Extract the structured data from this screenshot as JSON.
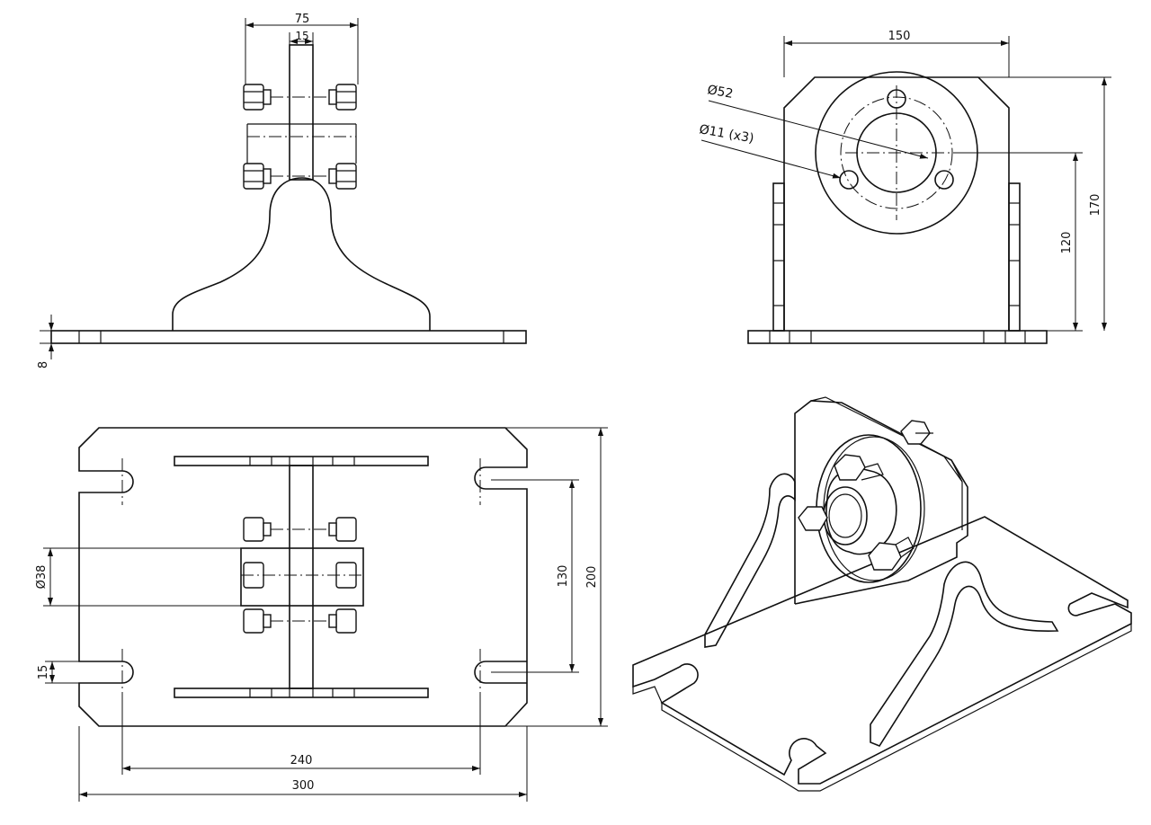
{
  "views": {
    "front": {
      "dimensions": {
        "overall_width": "75",
        "plate_thickness": "15",
        "base_thickness": "8"
      }
    },
    "side": {
      "dimensions": {
        "width": "150",
        "flange_diameter": "Ø52",
        "hole_callout": "Ø11 (x3)",
        "center_height": "120",
        "overall_height": "170"
      }
    },
    "top": {
      "dimensions": {
        "shaft_diameter": "Ø38",
        "slot_width": "15",
        "slot_spacing_y": "130",
        "overall_depth": "200",
        "slot_spacing_x": "240",
        "overall_length": "300"
      }
    },
    "iso": {}
  }
}
